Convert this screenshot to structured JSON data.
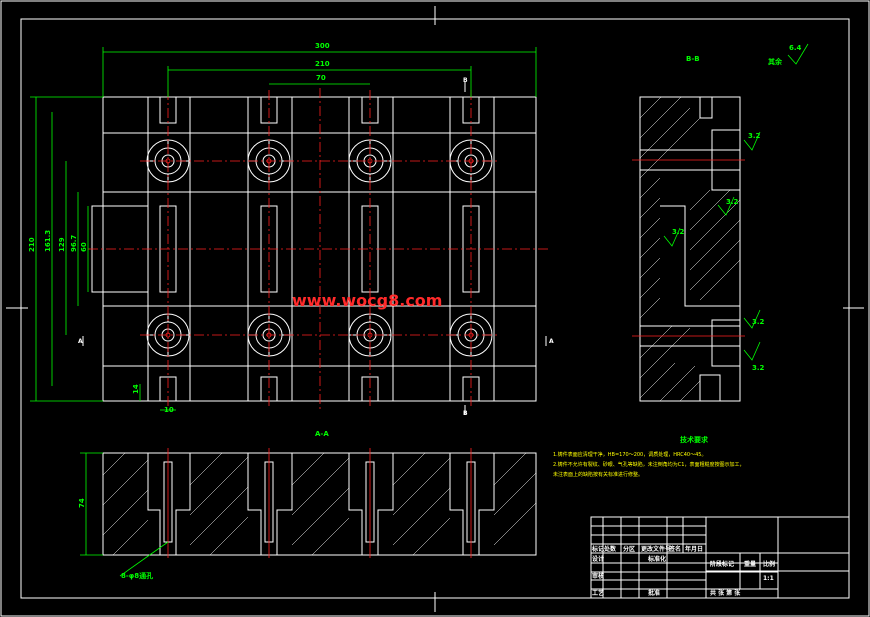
{
  "watermark": "www.wocg8.com",
  "views": {
    "section_aa": "A-A",
    "section_bb": "B-B",
    "remainder_label": "其余",
    "roughness": "6.4",
    "roughness_small": "3.2"
  },
  "dimensions": {
    "overall_width": "300",
    "inner_width": "210",
    "pitch": "70",
    "overall_height": "210",
    "h2": "161.3",
    "h3": "129",
    "h4": "96.7",
    "h5": "60",
    "slot_h": "14",
    "slot_w": "10",
    "thickness": "74",
    "section_mark_a": "A",
    "section_mark_b": "B",
    "note_holes": "8-φ8通孔"
  },
  "technical_requirements": {
    "title": "技术要求",
    "line1": "1.铸件表面应清理干净，HB=170～200，调质处理，HRC40～45。",
    "line2": "2.铸件不允许有裂纹、砂眼、气孔等缺陷，未注倒角均为C1，表面粗糙度按图示加工，",
    "line3": "未注表面上的缺陷按有关标准进行修整。"
  },
  "title_block": {
    "hdr1": "标记",
    "hdr2": "处数",
    "hdr3": "分区",
    "hdr4": "更改文件号",
    "hdr5": "签名",
    "hdr6": "年月日",
    "design": "设计",
    "standard": "标准化",
    "review": "审核",
    "process": "工艺",
    "approve": "批准",
    "stage_mark": "阶段标记",
    "weight": "重量",
    "scale": "比例",
    "scale_value": "1:1",
    "sheets": "共 张 第 张"
  }
}
